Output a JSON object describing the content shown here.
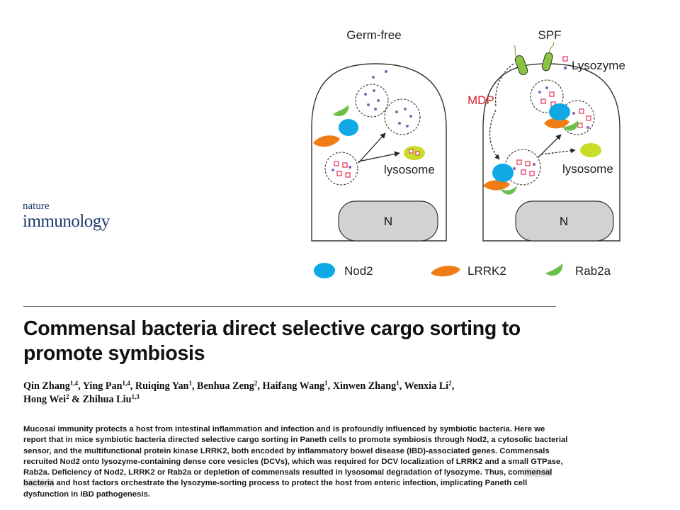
{
  "journal": {
    "line1": "nature",
    "line2": "immunology"
  },
  "figure": {
    "panel_left_title": "Germ-free",
    "panel_right_title": "SPF",
    "lysosome_label": "lysosome",
    "nucleus_label": "N",
    "mdp_label": "MDP",
    "lysozyme_label": "Lysozyme",
    "legend": [
      {
        "label": "Nod2",
        "color": "#0fa9e6"
      },
      {
        "label": "LRRK2",
        "color": "#f07d14"
      },
      {
        "label": "Rab2a",
        "color": "#6cc04a"
      }
    ],
    "colors": {
      "lysozyme_dot": "#e84c6d",
      "vesicle_dot": "#8b5fb4",
      "lysosome_fill": "#c9dc28",
      "nucleus_fill": "#d2d2d2",
      "mdp_text": "#e0202e",
      "bacteria_fill": "#8ac43f"
    }
  },
  "article": {
    "title": "Commensal bacteria direct selective cargo sorting to promote symbiosis",
    "authors": [
      {
        "name": "Qin Zhang",
        "aff": "1,4"
      },
      {
        "name": "Ying Pan",
        "aff": "1,4"
      },
      {
        "name": "Ruiqing Yan",
        "aff": "1"
      },
      {
        "name": "Benhua Zeng",
        "aff": "2"
      },
      {
        "name": "Haifang Wang",
        "aff": "1"
      },
      {
        "name": "Xinwen Zhang",
        "aff": "1"
      },
      {
        "name": "Wenxia Li",
        "aff": "2"
      },
      {
        "name": "Hong Wei",
        "aff": "2"
      },
      {
        "name": "Zhihua Liu",
        "aff": "1,3"
      }
    ],
    "abstract_before": "Mucosal immunity protects a host from intestinal inflammation and infection and is profoundly influenced by symbiotic bacteria. Here we report that in mice symbiotic bacteria directed selective cargo sorting in Paneth cells to promote symbiosis through Nod2, a cytosolic bacterial sensor, and the multifunctional protein kinase LRRK2, both encoded by inflammatory bowel disease (IBD)-associated genes. Commensals recruited Nod2 onto lysozyme-containing dense core vesicles (DCVs), which was required for DCV localization of LRRK2 and a small GTPase, Rab2a. Deficiency of Nod2, LRRK2 or Rab2a or depletion of commensals resulted in lysosomal degradation of lysozyme. Thus, com",
    "abstract_highlight": "mensal bacteria",
    "abstract_after": " and host factors orchestrate the lysozyme-sorting process to protect the host from enteric infection, implicating Paneth cell dysfunction in IBD pathogenesis."
  }
}
